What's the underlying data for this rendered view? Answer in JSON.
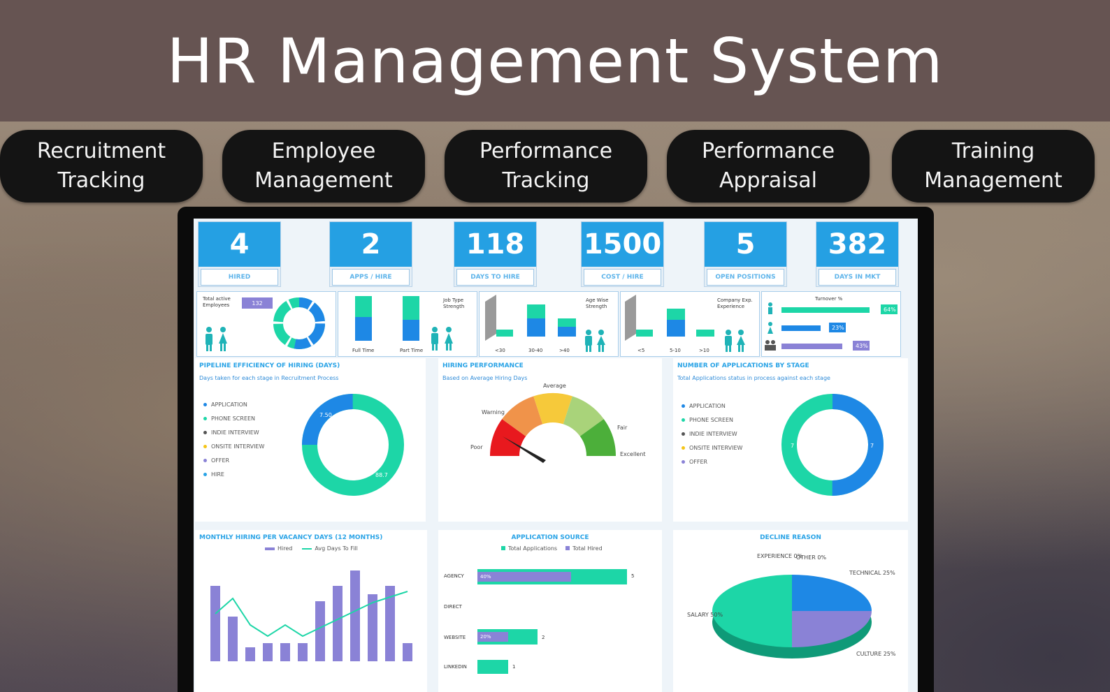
{
  "header": {
    "title": "HR Management System"
  },
  "modules": [
    {
      "label": "Recruitment\nTracking"
    },
    {
      "label": "Employee\nManagement"
    },
    {
      "label": "Performance\nTracking"
    },
    {
      "label": "Performance\nAppraisal"
    },
    {
      "label": "Training\nManagement"
    }
  ],
  "kpis": [
    {
      "value": "4",
      "label": "HIRED"
    },
    {
      "value": "2",
      "label": "APPS / HIRE"
    },
    {
      "value": "118",
      "label": "DAYS TO HIRE"
    },
    {
      "value": "1500",
      "label": "COST / HIRE"
    },
    {
      "value": "5",
      "label": "OPEN POSITIONS"
    },
    {
      "value": "382",
      "label": "DAYS IN MKT"
    }
  ],
  "mini_panels": {
    "employees": {
      "caption": "Total active Employees",
      "count": "132"
    },
    "job_type": {
      "caption": "Job Type Strength",
      "labels": [
        "Full Time",
        "Part Time"
      ]
    },
    "age": {
      "caption": "Age Wise Strength",
      "labels": [
        "<30",
        "30-40",
        ">40"
      ]
    },
    "experience": {
      "caption": "Company Exp. Experience",
      "labels": [
        "<5",
        "5-10",
        ">10"
      ]
    },
    "turnover": {
      "caption": "Turnover %",
      "values": [
        "64%",
        "23%",
        "43%"
      ],
      "fractions": [
        0.9,
        0.4,
        0.62
      ]
    }
  },
  "panels": {
    "pipeline": {
      "title": "PIPELINE EFFICIENCY OF HIRING (DAYS)",
      "subtitle": "Days taken for each stage in Recruitment Process",
      "legend": [
        "APPLICATION",
        "PHONE SCREEN",
        "INDIE INTERVIEW",
        "ONSITE INTERVIEW",
        "OFFER",
        "HIRE"
      ],
      "donut_labels": [
        "7.50",
        "88.7"
      ]
    },
    "gauge": {
      "title": "HIRING PERFORMANCE",
      "subtitle": "Based on Average Hiring Days",
      "labels": [
        "Poor",
        "Warning",
        "Average",
        "Fair",
        "Excellent"
      ]
    },
    "applicants": {
      "title": "NUMBER OF APPLICATIONS BY STAGE",
      "subtitle": "Total Applications status in process against each stage",
      "legend": [
        "APPLICATION",
        "PHONE SCREEN",
        "INDIE INTERVIEW",
        "ONSITE INTERVIEW",
        "OFFER"
      ],
      "donut_labels": [
        "7",
        "7"
      ]
    },
    "monthly": {
      "title": "MONTHLY HIRING PER VACANCY DAYS (12 MONTHS)",
      "legend": [
        "Hired",
        "Avg Days To Fill"
      ]
    },
    "source": {
      "title": "APPLICATION SOURCE",
      "legend": [
        "Total Applications",
        "Total Hired"
      ],
      "rows": [
        {
          "label": "AGENCY",
          "value": "5",
          "inner": "40%"
        },
        {
          "label": "DIRECT",
          "value": "",
          "inner": ""
        },
        {
          "label": "WEBSITE",
          "value": "2",
          "inner": "20%"
        },
        {
          "label": "LINKEDIN",
          "value": "1",
          "inner": ""
        }
      ]
    },
    "decline": {
      "title": "DECLINE REASON",
      "labels": [
        "EXPERIENCE 0%",
        "OTHER 0%",
        "TECHNICAL 25%",
        "SALARY 50%",
        "CULTURE 25%"
      ]
    }
  },
  "colors": {
    "banner": "#665452",
    "kpi_blue": "#25a0e3",
    "teal": "#1dd6a7",
    "blue": "#1e88e5",
    "purple": "#8a82d6",
    "pill": "#141414"
  }
}
